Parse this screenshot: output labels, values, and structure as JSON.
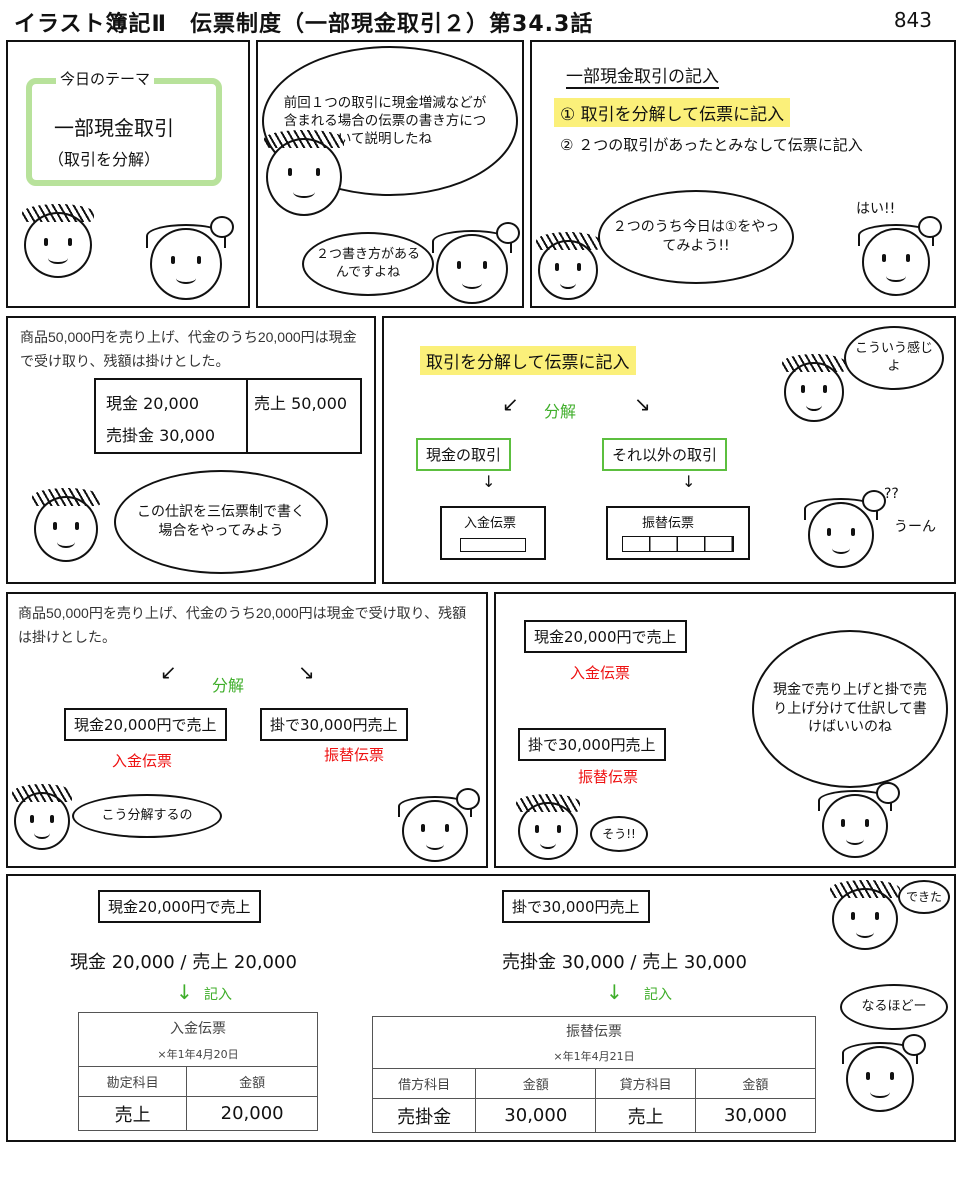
{
  "header": {
    "title": "イラスト簿記Ⅱ　伝票制度（一部現金取引２）第34.3話",
    "page": "843"
  },
  "panel1": {
    "theme_label": "今日のテーマ",
    "theme_line1": "一部現金取引",
    "theme_line2": "（取引を分解）"
  },
  "panel2": {
    "speech_main": "前回１つの取引に現金増減などが含まれる場合の伝票の書き方について説明したね",
    "speech_small": "２つ書き方があるんですよね"
  },
  "panel3": {
    "title": "一部現金取引の記入",
    "item1": "① 取引を分解して伝票に記入",
    "item2": "② ２つの取引があったとみなして伝票に記入",
    "speech": "２つのうち今日は①をやってみよう!!",
    "reply": "はい!!"
  },
  "panel4": {
    "problem": "商品50,000円を売り上げ、代金のうち20,000円は現金で受け取り、残額は掛けとした。",
    "entry_debit1": "現金 20,000",
    "entry_debit2": "売掛金 30,000",
    "entry_credit": "売上 50,000",
    "speech": "この仕訳を三伝票制で書く場合をやってみよう"
  },
  "panel5": {
    "title": "取引を分解して伝票に記入",
    "split_label": "分解",
    "left_box": "現金の取引",
    "right_box": "それ以外の取引",
    "left_slip": "入金伝票",
    "right_slip": "振替伝票",
    "speech_boy": "こういう感じよ",
    "reaction_girl_q": "??",
    "reaction_girl": "うーん"
  },
  "panel6": {
    "problem": "商品50,000円を売り上げ、代金のうち20,000円は現金で受け取り、残額は掛けとした。",
    "split_label": "分解",
    "left_box": "現金20,000円で売上",
    "right_box": "掛で30,000円売上",
    "left_slip": "入金伝票",
    "right_slip": "振替伝票",
    "speech": "こう分解するの"
  },
  "panel7": {
    "box1": "現金20,000円で売上",
    "slip1": "入金伝票",
    "box2": "掛で30,000円売上",
    "slip2": "振替伝票",
    "speech": "現金で売り上げと掛で売り上げ分けて仕訳して書けばいいのね",
    "boy_reply": "そう!!"
  },
  "panel8": {
    "box1": "現金20,000円で売上",
    "entry1": "現金 20,000 / 売上 20,000",
    "record_label1": "記入",
    "box2": "掛で30,000円売上",
    "entry2": "売掛金 30,000 / 売上 30,000",
    "record_label2": "記入",
    "speech_boy": "できた",
    "speech_girl": "なるほどー",
    "slip1": {
      "title": "入金伝票",
      "date": "×年1年4月20日",
      "col1": "勘定科目",
      "col2": "金額",
      "row_account": "売上",
      "row_amount": "20,000"
    },
    "slip2": {
      "title": "振替伝票",
      "date": "×年1年4月21日",
      "col1": "借方科目",
      "col2": "金額",
      "col3": "貸方科目",
      "col4": "金額",
      "row_debit": "売掛金",
      "row_debit_amount": "30,000",
      "row_credit": "売上",
      "row_credit_amount": "30,000"
    }
  }
}
